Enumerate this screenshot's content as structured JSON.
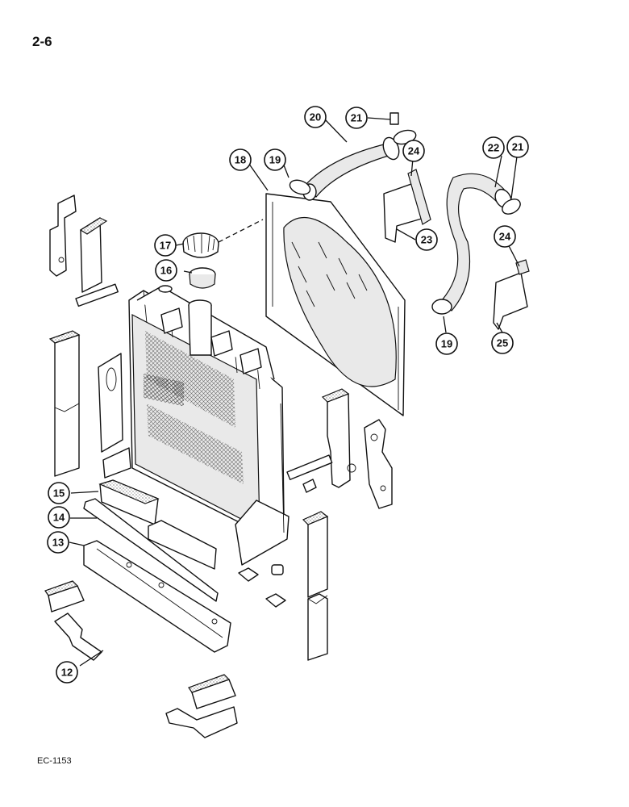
{
  "page_number": "2-6",
  "figure_code": "EC-1153",
  "callouts": [
    {
      "id": "12",
      "label": "12"
    },
    {
      "id": "13",
      "label": "13"
    },
    {
      "id": "14",
      "label": "14"
    },
    {
      "id": "15",
      "label": "15"
    },
    {
      "id": "16",
      "label": "16"
    },
    {
      "id": "17",
      "label": "17"
    },
    {
      "id": "18",
      "label": "18"
    },
    {
      "id": "19a",
      "label": "19"
    },
    {
      "id": "19b",
      "label": "19"
    },
    {
      "id": "20",
      "label": "20"
    },
    {
      "id": "21a",
      "label": "21"
    },
    {
      "id": "21b",
      "label": "21"
    },
    {
      "id": "22",
      "label": "22"
    },
    {
      "id": "23",
      "label": "23"
    },
    {
      "id": "24a",
      "label": "24"
    },
    {
      "id": "24b",
      "label": "24"
    },
    {
      "id": "25",
      "label": "25"
    }
  ]
}
